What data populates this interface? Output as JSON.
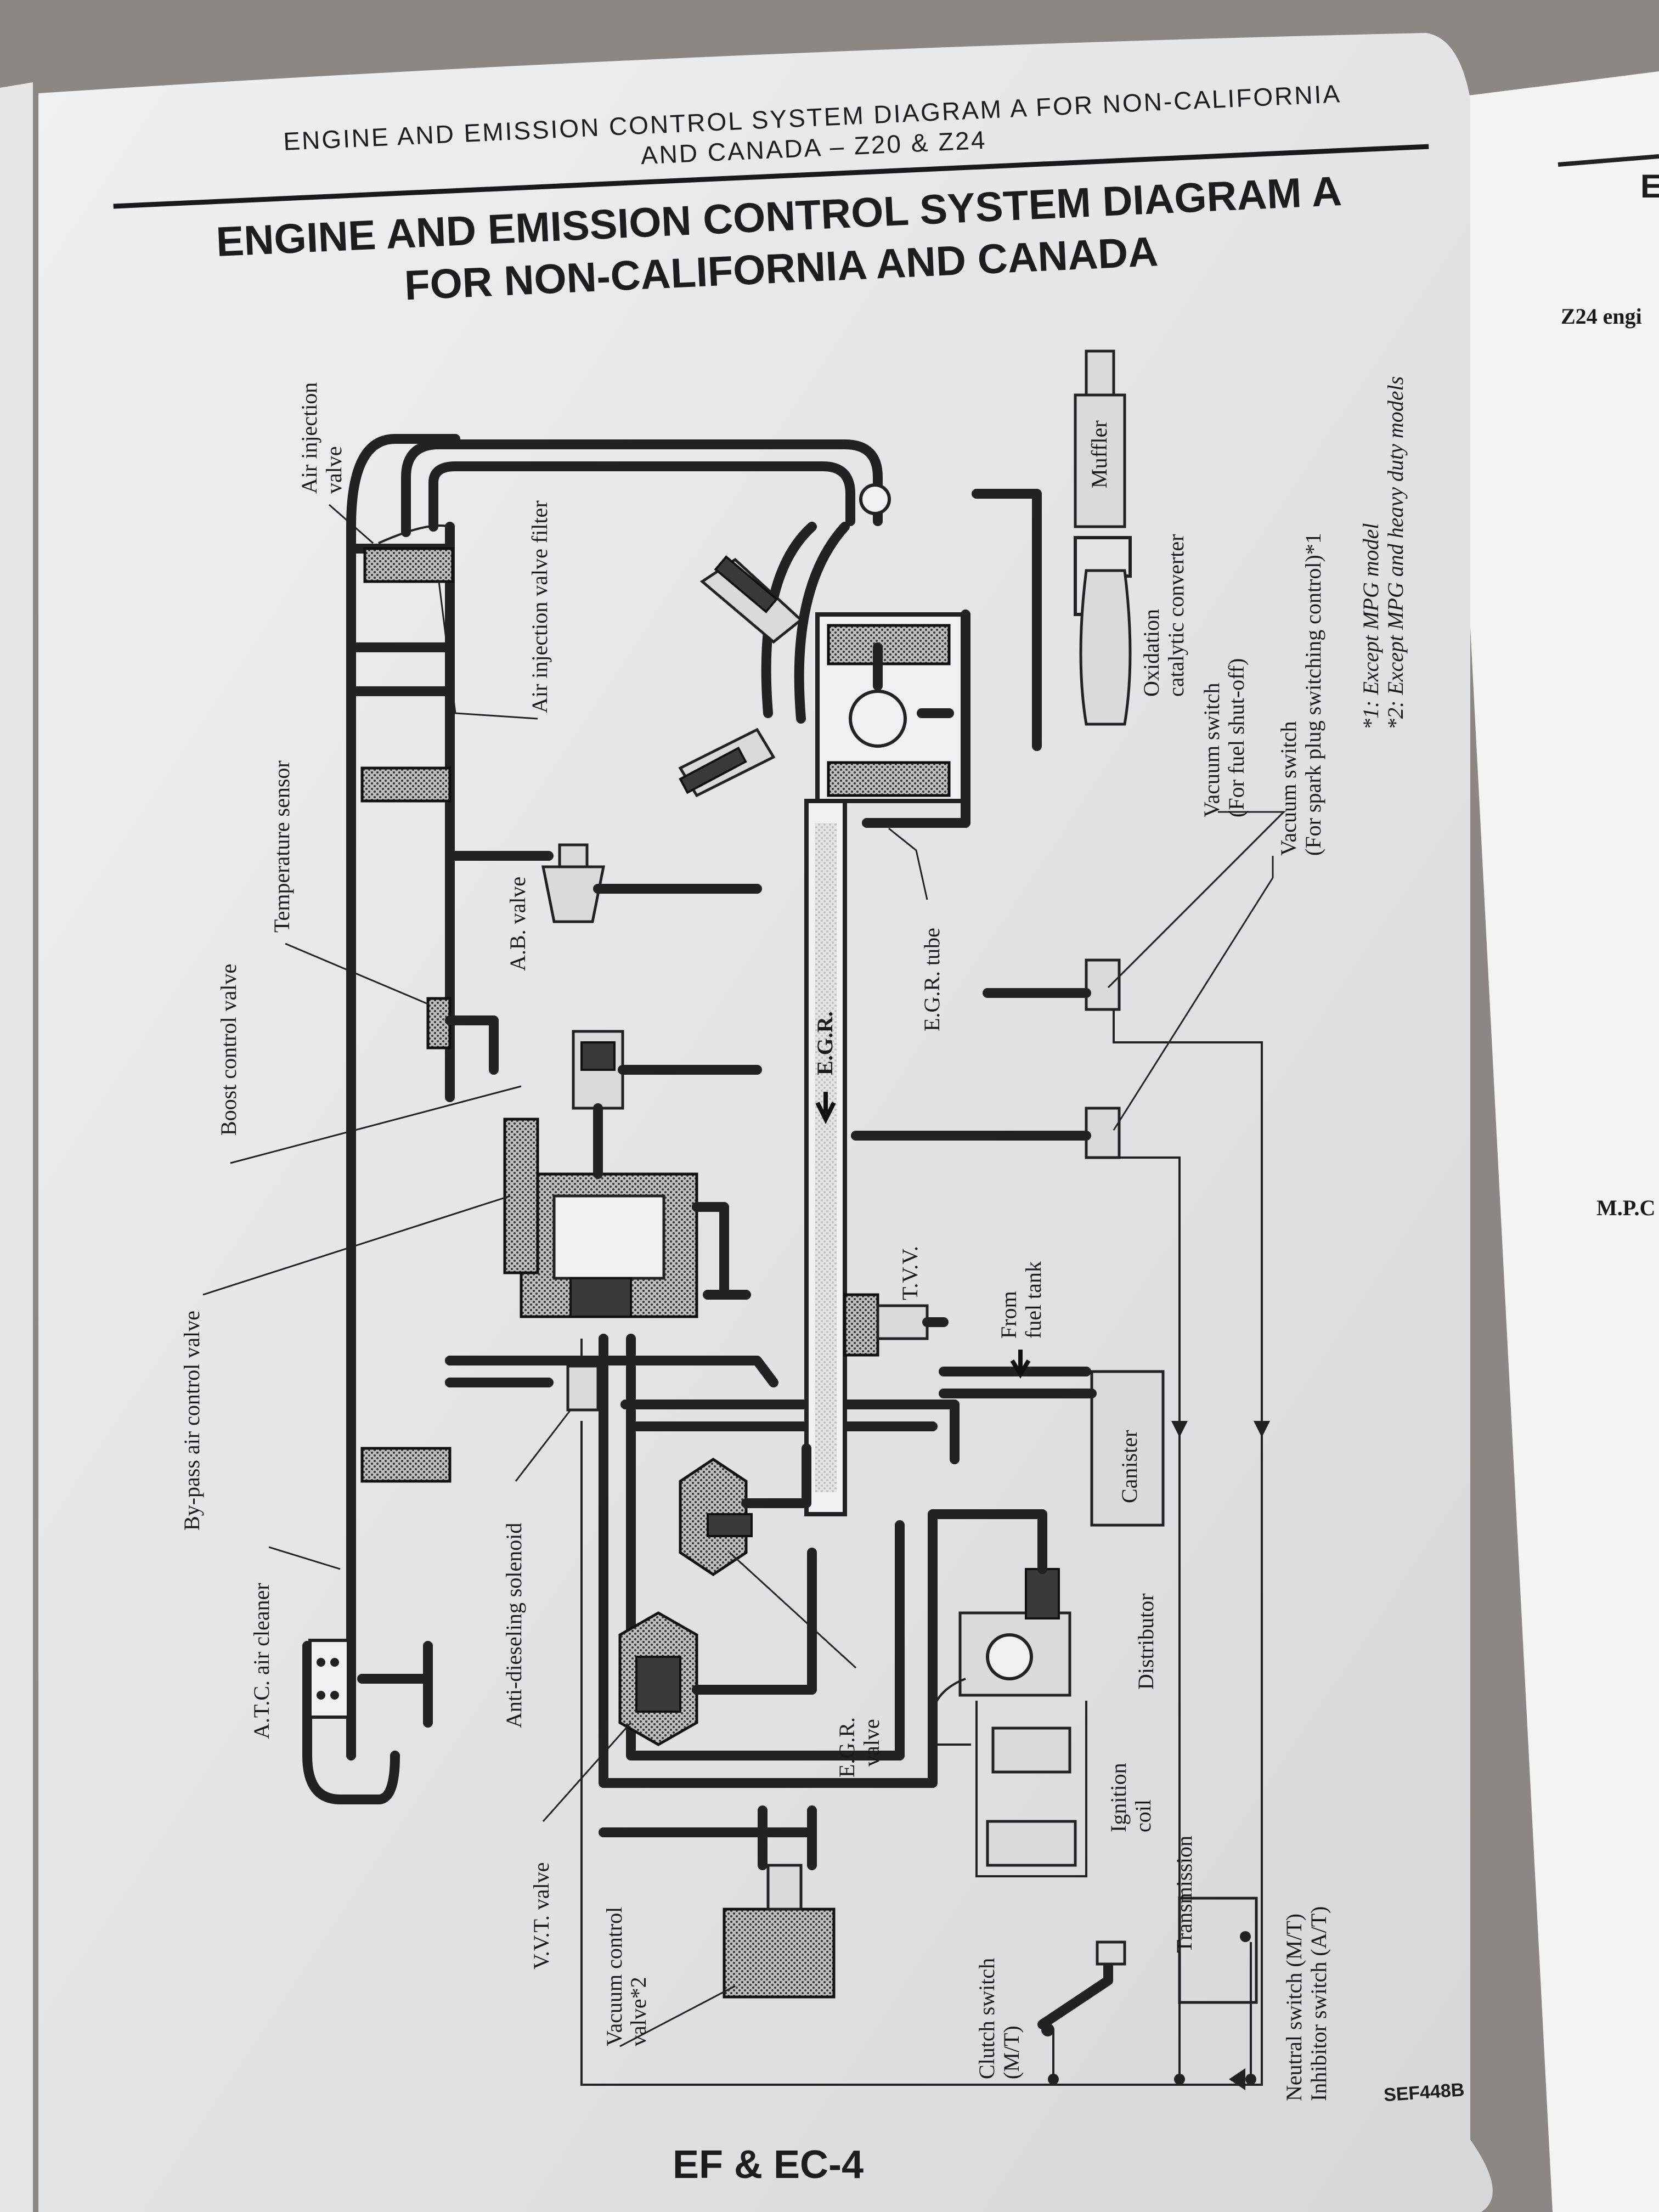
{
  "header": {
    "running_title_line1": "ENGINE AND EMISSION CONTROL SYSTEM DIAGRAM A FOR NON-CALIFORNIA",
    "running_title_line2": "AND CANADA  – Z20 & Z24",
    "main_title_line1": "ENGINE AND EMISSION CONTROL SYSTEM DIAGRAM A",
    "main_title_line2": "FOR NON-CALIFORNIA AND CANADA"
  },
  "labels": {
    "air_injection_valve_1": "Air injection",
    "air_injection_valve_2": "valve",
    "air_injection_valve_filter": "Air injection valve filter",
    "temperature_sensor": "Temperature sensor",
    "boost_control_valve": "Boost control valve",
    "ab_valve": "A.B. valve",
    "bypass_air_control_valve": "By-pass air control valve",
    "atc_air_cleaner": "A.T.C. air cleaner",
    "anti_dieseling_solenoid": "Anti-dieseling solenoid",
    "vvt_valve": "V.V.T. valve",
    "vacuum_control_valve_1": "Vacuum control",
    "vacuum_control_valve_2": "valve*2",
    "egr_valve_1": "E.G.R.",
    "egr_valve_2": "valve",
    "egr_arrow": "E.G.R.",
    "egr_tube": "E.G.R. tube",
    "tvv": "T.V.V.",
    "from_fuel_tank_1": "From",
    "from_fuel_tank_2": "fuel tank",
    "canister": "Canister",
    "distributor": "Distributor",
    "ignition_coil_1": "Ignition",
    "ignition_coil_2": "coil",
    "transmission": "Transmission",
    "clutch_switch_1": "Clutch switch",
    "clutch_switch_2": "(M/T)",
    "neutral_switch": "Neutral switch (M/T)",
    "inhibitor_switch": "Inhibitor switch (A/T)",
    "vacuum_switch_fuel_1": "Vacuum switch",
    "vacuum_switch_fuel_2": "(For fuel shut-off)",
    "vacuum_switch_spark_1": "Vacuum switch",
    "vacuum_switch_spark_2": "(For spark plug switching control)*1",
    "muffler": "Muffler",
    "oxidation_converter_1": "Oxidation",
    "oxidation_converter_2": "catalytic converter",
    "footnote_1": "*1:  Except MPG model",
    "footnote_2": "*2:  Except MPG and heavy duty models"
  },
  "figure_code": "SEF448B",
  "page_number": "EF & EC-4",
  "next_page": {
    "heading_fragment": "E",
    "text_fragment": "Z24 engi",
    "code_fragment": "M.P.C"
  }
}
